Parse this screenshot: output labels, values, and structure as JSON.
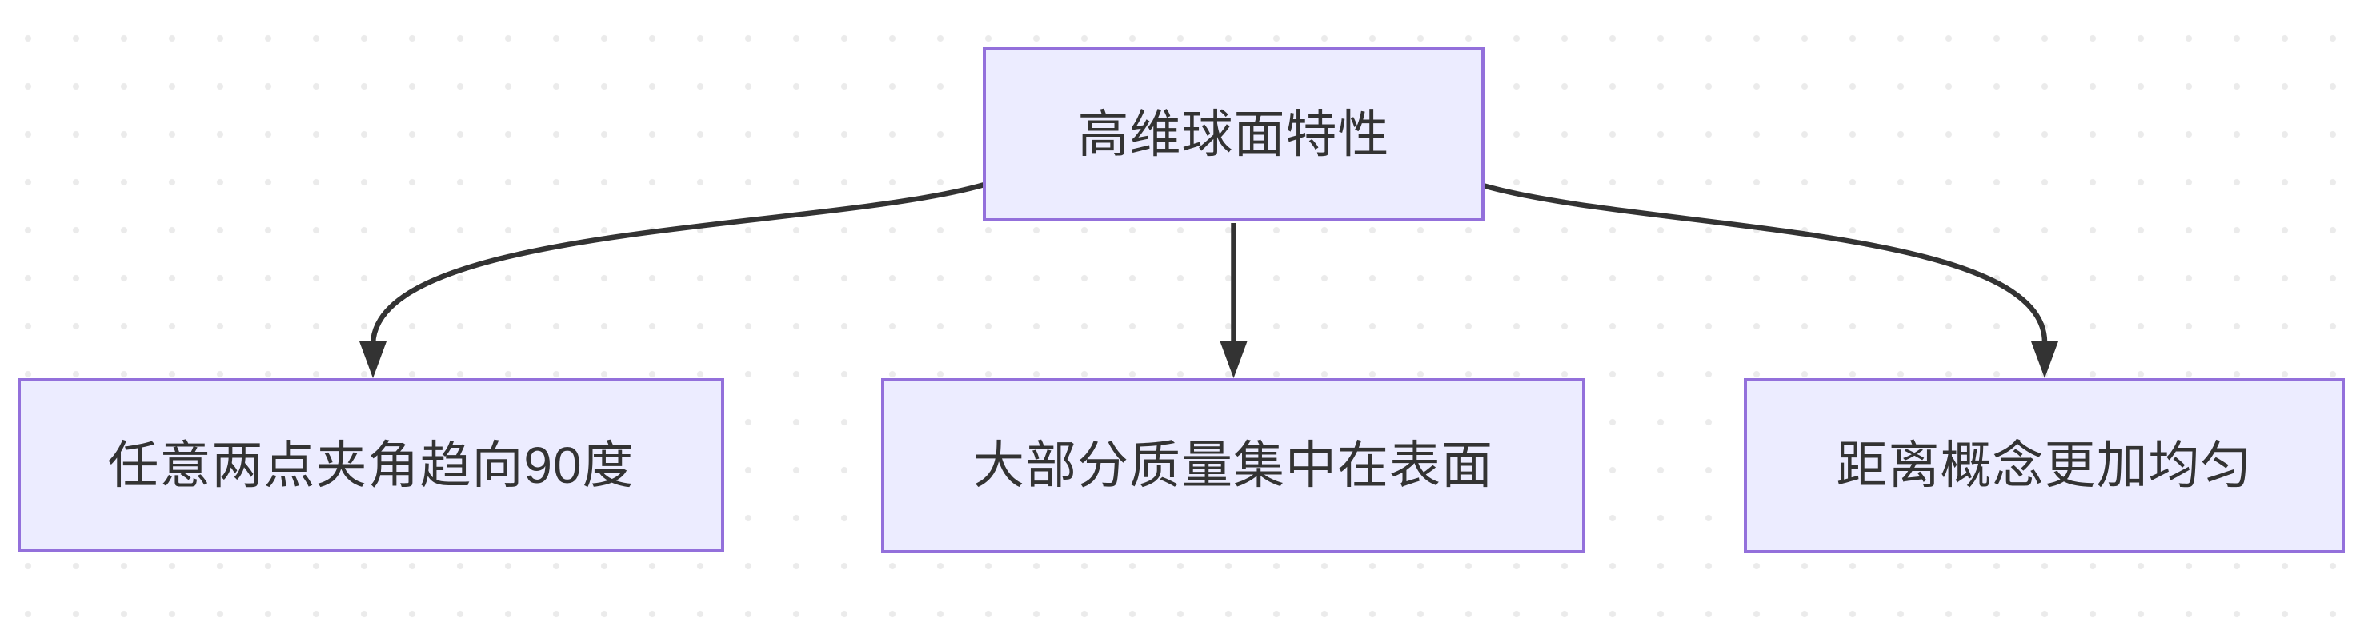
{
  "diagram": {
    "type": "flowchart",
    "direction": "top-down",
    "root": {
      "id": "root",
      "label": "高维球面特性"
    },
    "children": [
      {
        "id": "a",
        "label": "任意两点夹角趋向90度"
      },
      {
        "id": "b",
        "label": "大部分质量集中在表面"
      },
      {
        "id": "c",
        "label": "距离概念更加均匀"
      }
    ],
    "edges": [
      {
        "from": "root",
        "to": "a"
      },
      {
        "from": "root",
        "to": "b"
      },
      {
        "from": "root",
        "to": "c"
      }
    ],
    "colors": {
      "node_fill": "#ECECFF",
      "node_border": "#9370DB",
      "edge_line": "#333333",
      "text": "#333333",
      "background": "#FFFFFF",
      "background_dot": "#EBEBEB"
    }
  }
}
